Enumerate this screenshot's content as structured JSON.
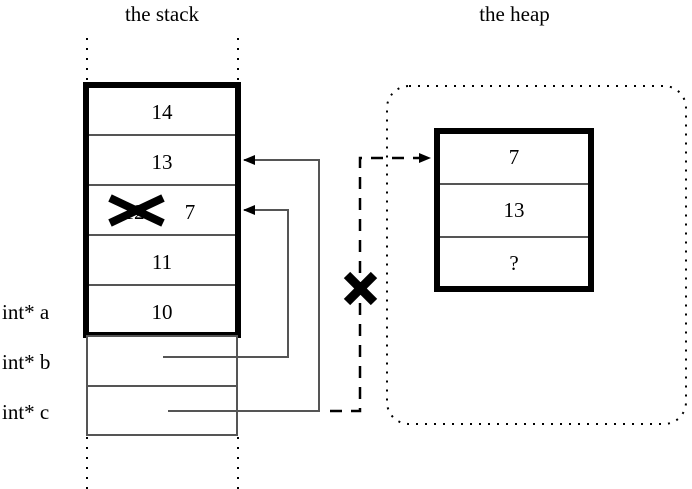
{
  "diagram": {
    "title_stack": "the stack",
    "title_heap": "the heap",
    "stack": {
      "cells_bold": [
        {
          "value": "14"
        },
        {
          "value": "13"
        },
        {
          "value": "12",
          "struck": true,
          "annotation": "7"
        },
        {
          "value": "11"
        },
        {
          "value": "10"
        }
      ],
      "pointer_rows": [
        {
          "label": "int* b",
          "value": ""
        },
        {
          "label": "int* c",
          "value": ""
        }
      ],
      "label_a": "int* a",
      "label_b": "int* b",
      "label_c": "int* c"
    },
    "heap": {
      "cells": [
        {
          "value": "7"
        },
        {
          "value": "13"
        },
        {
          "value": "?"
        }
      ]
    },
    "marks": {
      "cancel_pointer_c": "X",
      "cancel_stack_value": "X"
    },
    "colors": {
      "ink": "#000000",
      "line": "#3a3a3a",
      "background": "#ffffff"
    }
  }
}
